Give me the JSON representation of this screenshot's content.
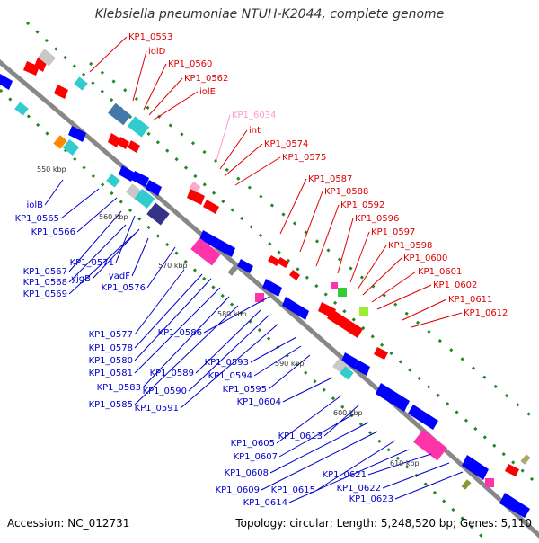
{
  "header": {
    "title": "Klebsiella pneumoniae NTUH-K2044, complete genome"
  },
  "footer": {
    "accession": "Accession: NC_012731",
    "summary": "Topology: circular; Length: 5,248,520 bp; Genes: 5,110"
  },
  "colors": {
    "backbone": "#888888",
    "forward_label": "#dd0000",
    "reverse_label": "#0000cc",
    "pseudo_label": "#ff99cc",
    "forward_gene": "#ff0000",
    "reverse_gene": "#0000ff",
    "rna_cyan": "#33cccc",
    "rna_magenta": "#ff33aa",
    "green": "#33aa33"
  },
  "ticks": [
    "550 kbp",
    "560 kbp",
    "570 kbp",
    "580 kbp",
    "590 kbp",
    "600 kbp",
    "610 kbp"
  ],
  "labels": {
    "forward": [
      "KP1_0553",
      "iolD",
      "KP1_0560",
      "KP1_0562",
      "iolE",
      "int",
      "KP1_0574",
      "KP1_0575",
      "KP1_0587",
      "KP1_0588",
      "KP1_0592",
      "KP1_0596",
      "KP1_0597",
      "KP1_0598",
      "KP1_0600",
      "KP1_0601",
      "KP1_0602",
      "KP1_0611",
      "KP1_0612"
    ],
    "pseudo": [
      "KP1_6034"
    ],
    "reverse": [
      "iolB",
      "KP1_0565",
      "KP1_0566",
      "KP1_0567",
      "KP1_0571",
      "KP1_0568",
      "yjgB",
      "KP1_0569",
      "yadF",
      "KP1_0576",
      "KP1_0586",
      "KP1_0577",
      "KP1_0578",
      "KP1_0580",
      "KP1_0581",
      "KP1_0589",
      "KP1_0583",
      "KP1_0590",
      "KP1_0585",
      "KP1_0591",
      "KP1_0593",
      "KP1_0594",
      "KP1_0595",
      "KP1_0604",
      "KP1_0605",
      "KP1_0613",
      "KP1_0607",
      "KP1_0608",
      "KP1_0609",
      "KP1_0615",
      "KP1_0614",
      "KP1_0621",
      "KP1_0622",
      "KP1_0623"
    ]
  }
}
